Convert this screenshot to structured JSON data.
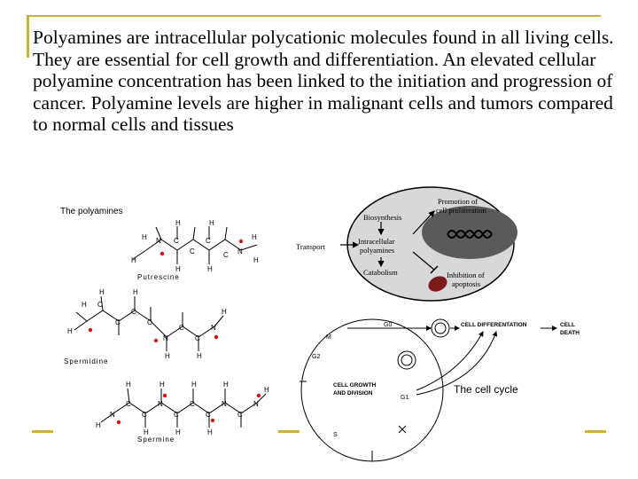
{
  "slide": {
    "text": "Polyamines are intracellular polycationic molecules found in all living cells. They are essential for cell growth and differentiation. An elevated cellular polyamine concentration has been linked to the initiation and progression of cancer. Polyamine levels are higher in malignant cells and tumors compared to normal cells and tissues"
  },
  "structures": {
    "title": "The polyamines",
    "putrescine": "Putrescine",
    "spermidine": "Spermidine",
    "spermine": "Spermine"
  },
  "cell_diagram": {
    "biosynthesis": "Biosynthesis",
    "transport": "Transport",
    "intracellular_1": "Intracellular",
    "intracellular_2": "polyamines",
    "catabolism": "Catabolism",
    "promotion_1": "Promotion of",
    "promotion_2": "cell proliferation",
    "inhibition_1": "Inhibition of",
    "inhibition_2": "apoptosis"
  },
  "cell_cycle": {
    "title": "The cell cycle",
    "g0": "G0",
    "g1": "G1",
    "g2": "G2",
    "m": "M",
    "s": "S",
    "differentiation": "CELL DIFFERENTATION",
    "death_1": "CELL",
    "death_2": "DEATH",
    "growth_1": "CELL GROWTH",
    "growth_2": "AND DIVISION"
  },
  "colors": {
    "accent": "#c8b43c",
    "cell_fill": "#d8d8d8",
    "nucleus_fill": "#5a5a5a",
    "charge_red": "#d01010"
  }
}
